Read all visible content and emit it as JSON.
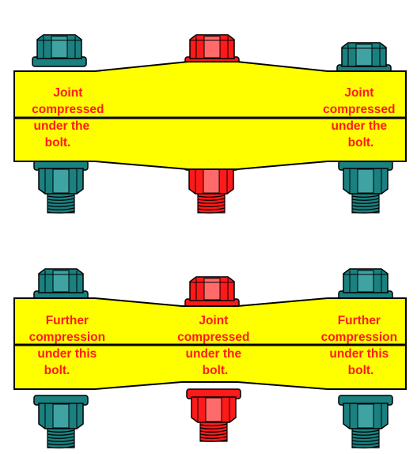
{
  "colors": {
    "plate": "#ffff00",
    "outline": "#000000",
    "bolt_green": "#1a8080",
    "bolt_green_dark": "#0f5f5f",
    "bolt_green_light": "#3fa3a3",
    "bolt_red": "#ff1a1a",
    "bolt_red_dark": "#c00000",
    "bolt_red_light": "#ff6b6b",
    "label": "#ff1a1a"
  },
  "top": {
    "left_label": [
      "Joint",
      "compressed",
      "under the",
      "bolt."
    ],
    "right_label": [
      "Joint",
      "compressed",
      "under the",
      "bolt."
    ]
  },
  "bottom": {
    "left_label": [
      "Further",
      "compression",
      "under this",
      "bolt."
    ],
    "center_label": [
      "Joint",
      "compressed",
      "under the",
      "bolt."
    ],
    "right_label": [
      "Further",
      "compression",
      "under this",
      "bolt."
    ]
  }
}
